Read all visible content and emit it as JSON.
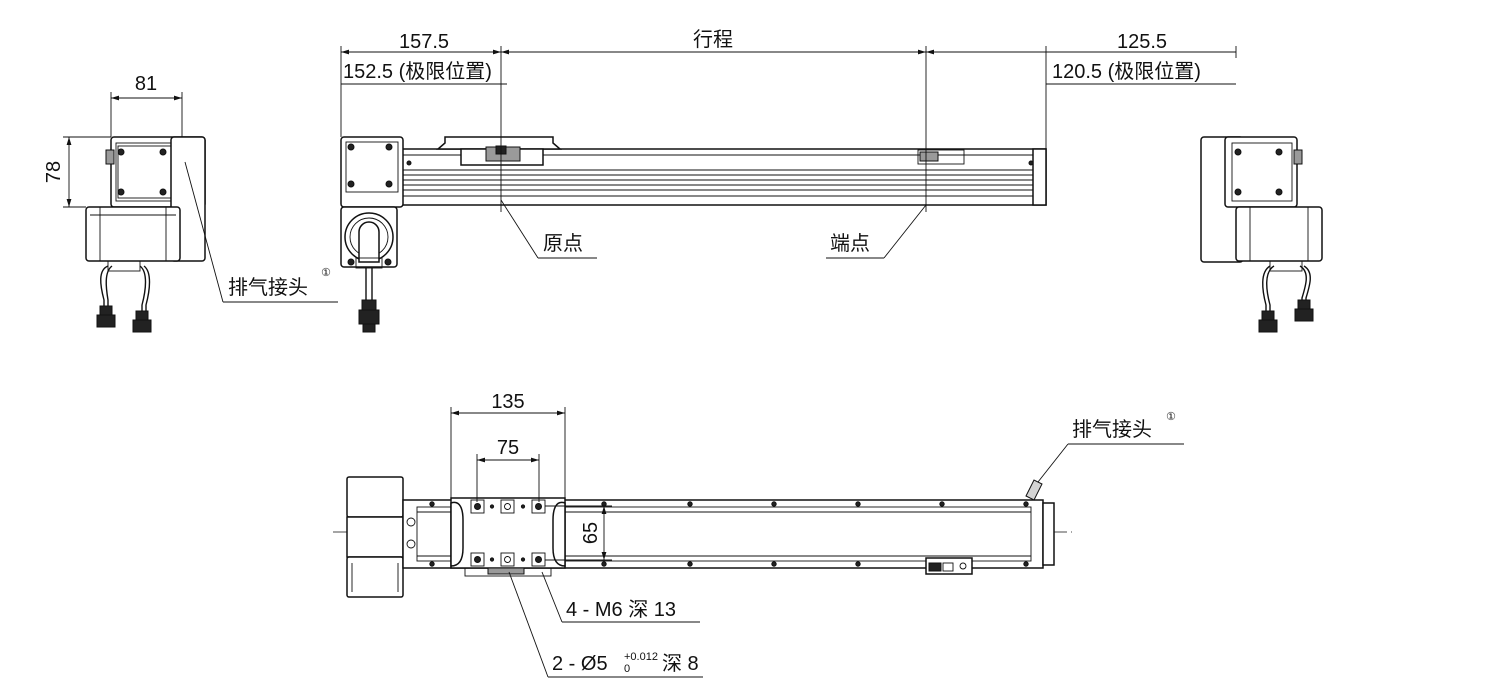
{
  "dimensions": {
    "left_view_width": "81",
    "left_view_height": "78",
    "origin_offset": "157.5",
    "origin_limit": "152.5 (极限位置)",
    "stroke": "行程",
    "end_offset": "125.5",
    "end_limit": "120.5 (极限位置)",
    "slider_hole_pitch_outer": "135",
    "slider_hole_pitch_inner": "75",
    "slider_hole_pitch_cross": "65"
  },
  "labels": {
    "origin": "原点",
    "end_point": "端点",
    "exhaust_fitting": "排气接头",
    "exhaust_marker": "①",
    "tapped_holes": "4 - M6 深 13",
    "pin_holes_prefix": "2 - Ø5",
    "pin_tol_upper": "+0.012",
    "pin_tol_lower": "0",
    "pin_holes_suffix": "深 8"
  },
  "colors": {
    "line": "#111111",
    "fill_dark": "#222222",
    "fill_gray": "#9a9a9a",
    "background": "#ffffff"
  }
}
